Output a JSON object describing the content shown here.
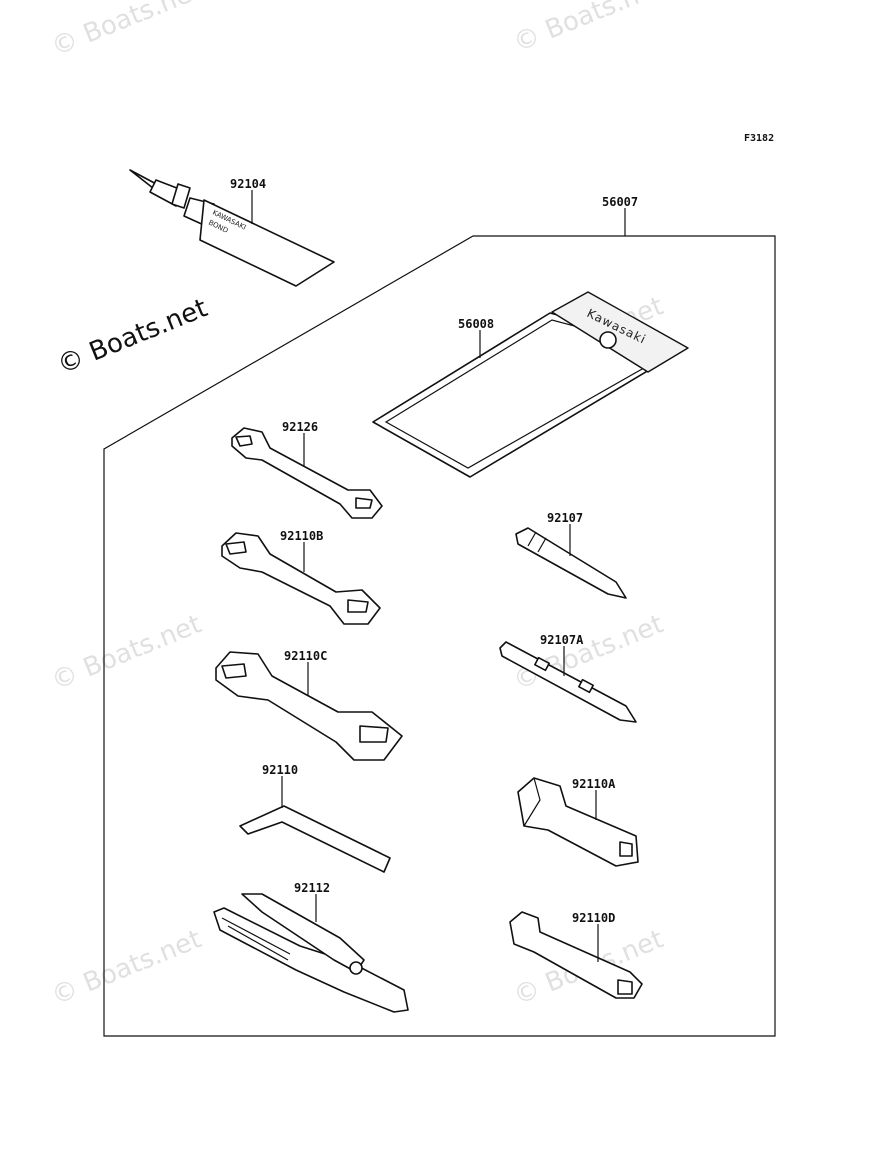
{
  "figure_ref": "F3182",
  "watermark": "© Boats.net",
  "kit_labels": {
    "bag": "Kawasaki",
    "tube_line1": "KAWASAKI",
    "tube_line2": "BOND"
  },
  "parts": {
    "p92104": "92104",
    "p56007": "56007",
    "p56008": "56008",
    "p92126": "92126",
    "p92110B": "92110B",
    "p92107": "92107",
    "p92110C": "92110C",
    "p92107A": "92107A",
    "p92110": "92110",
    "p92110A": "92110A",
    "p92112": "92112",
    "p92110D": "92110D"
  }
}
